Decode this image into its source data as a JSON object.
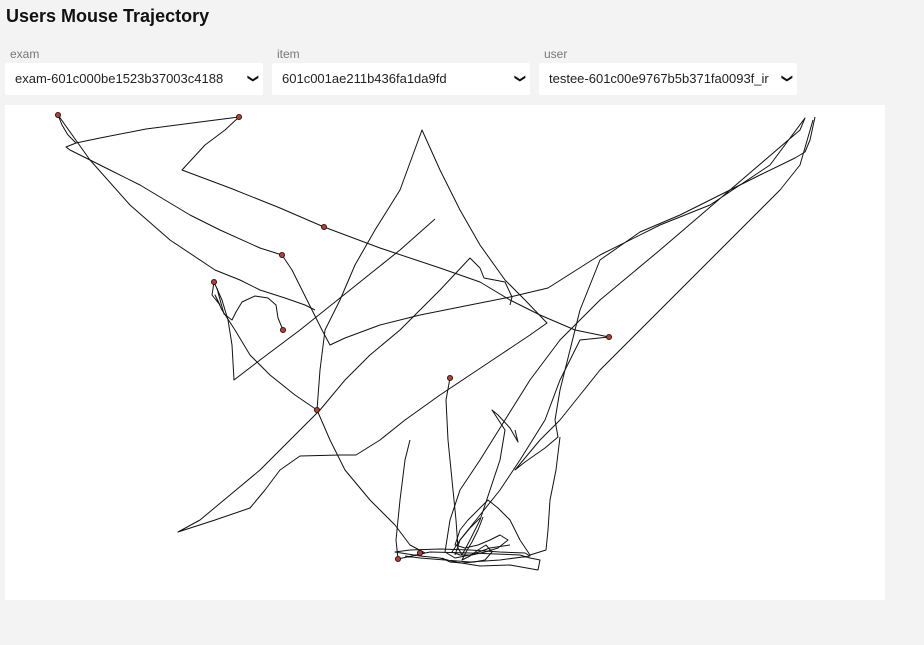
{
  "title": "Users Mouse Trajectory",
  "filters": [
    {
      "label": "exam",
      "value": "exam-601c000be1523b37003c4188"
    },
    {
      "label": "item",
      "value": "601c001ae211b436fa1da9fd"
    },
    {
      "label": "user",
      "value": "testee-601c00e9767b5b371fa0093f_ir"
    }
  ],
  "icons": {
    "dropdown": "chevron-down-icon"
  },
  "colors": {
    "trajectory": "#111111",
    "click_marker": "#c0392b",
    "panel": "#ffffff",
    "page": "#f3f3f3"
  },
  "trajectory": {
    "paths": [
      [
        [
          58,
          115
        ],
        [
          62,
          125
        ],
        [
          68,
          135
        ],
        [
          76,
          143
        ],
        [
          66,
          147
        ],
        [
          70,
          150
        ],
        [
          90,
          160
        ],
        [
          110,
          170
        ],
        [
          140,
          185
        ],
        [
          165,
          200
        ],
        [
          190,
          215
        ],
        [
          220,
          230
        ],
        [
          260,
          248
        ],
        [
          282,
          255
        ],
        [
          292,
          270
        ],
        [
          302,
          290
        ],
        [
          312,
          310
        ],
        [
          322,
          330
        ],
        [
          330,
          345
        ],
        [
          345,
          338
        ],
        [
          380,
          325
        ],
        [
          420,
          315
        ],
        [
          470,
          305
        ],
        [
          510,
          297
        ],
        [
          548,
          288
        ],
        [
          600,
          255
        ],
        [
          660,
          225
        ],
        [
          710,
          205
        ],
        [
          770,
          165
        ],
        [
          805,
          118
        ],
        [
          800,
          130
        ],
        [
          730,
          190
        ],
        [
          660,
          250
        ],
        [
          600,
          300
        ],
        [
          560,
          340
        ],
        [
          530,
          380
        ],
        [
          505,
          420
        ],
        [
          480,
          460
        ],
        [
          460,
          490
        ],
        [
          450,
          520
        ],
        [
          445,
          552
        ],
        [
          455,
          558
        ],
        [
          470,
          555
        ],
        [
          490,
          548
        ],
        [
          510,
          545
        ]
      ],
      [
        [
          239,
          117
        ],
        [
          225,
          130
        ],
        [
          205,
          145
        ],
        [
          182,
          170
        ],
        [
          230,
          188
        ],
        [
          280,
          208
        ],
        [
          324,
          227
        ],
        [
          380,
          248
        ],
        [
          440,
          268
        ],
        [
          480,
          282
        ],
        [
          510,
          300
        ],
        [
          540,
          315
        ],
        [
          575,
          330
        ],
        [
          609,
          337
        ],
        [
          580,
          340
        ],
        [
          560,
          380
        ],
        [
          545,
          420
        ],
        [
          520,
          460
        ],
        [
          500,
          490
        ],
        [
          480,
          515
        ],
        [
          460,
          540
        ],
        [
          455,
          555
        ]
      ],
      [
        [
          239,
          117
        ],
        [
          200,
          122
        ],
        [
          146,
          129
        ],
        [
          100,
          138
        ],
        [
          76,
          143
        ]
      ],
      [
        [
          58,
          115
        ],
        [
          90,
          160
        ],
        [
          130,
          205
        ],
        [
          170,
          240
        ],
        [
          215,
          270
        ],
        [
          240,
          280
        ],
        [
          260,
          290
        ],
        [
          285,
          298
        ],
        [
          305,
          305
        ],
        [
          315,
          310
        ]
      ],
      [
        [
          214,
          282
        ],
        [
          212,
          295
        ],
        [
          220,
          305
        ],
        [
          215,
          295
        ],
        [
          222,
          310
        ],
        [
          235,
          330
        ],
        [
          250,
          355
        ],
        [
          270,
          375
        ],
        [
          295,
          395
        ],
        [
          317,
          410
        ],
        [
          330,
          440
        ],
        [
          345,
          470
        ],
        [
          370,
          500
        ],
        [
          395,
          525
        ],
        [
          410,
          545
        ],
        [
          425,
          553
        ]
      ],
      [
        [
          283,
          330
        ],
        [
          278,
          318
        ],
        [
          276,
          305
        ],
        [
          268,
          298
        ],
        [
          255,
          296
        ],
        [
          242,
          302
        ],
        [
          236,
          312
        ],
        [
          232,
          320
        ],
        [
          224,
          314
        ],
        [
          219,
          296
        ],
        [
          217,
          288
        ]
      ],
      [
        [
          214,
          282
        ],
        [
          222,
          300
        ],
        [
          228,
          320
        ],
        [
          232,
          345
        ],
        [
          234,
          380
        ],
        [
          260,
          360
        ],
        [
          300,
          330
        ],
        [
          350,
          290
        ],
        [
          400,
          250
        ],
        [
          435,
          219
        ]
      ],
      [
        [
          317,
          410
        ],
        [
          320,
          370
        ],
        [
          325,
          330
        ],
        [
          340,
          300
        ],
        [
          355,
          265
        ],
        [
          375,
          230
        ],
        [
          400,
          190
        ],
        [
          422,
          130
        ],
        [
          440,
          170
        ],
        [
          460,
          210
        ],
        [
          480,
          245
        ],
        [
          505,
          280
        ],
        [
          525,
          300
        ],
        [
          547,
          323
        ],
        [
          530,
          335
        ],
        [
          500,
          355
        ],
        [
          470,
          375
        ],
        [
          440,
          395
        ],
        [
          405,
          420
        ],
        [
          380,
          440
        ],
        [
          356,
          455
        ],
        [
          340,
          455
        ],
        [
          300,
          456
        ],
        [
          280,
          470
        ],
        [
          265,
          490
        ],
        [
          250,
          508
        ],
        [
          215,
          520
        ],
        [
          178,
          532
        ],
        [
          200,
          520
        ],
        [
          230,
          495
        ],
        [
          260,
          470
        ],
        [
          290,
          440
        ],
        [
          320,
          410
        ],
        [
          345,
          380
        ],
        [
          370,
          355
        ],
        [
          400,
          330
        ],
        [
          420,
          310
        ],
        [
          440,
          290
        ],
        [
          470,
          258
        ],
        [
          480,
          268
        ],
        [
          484,
          278
        ],
        [
          505,
          282
        ],
        [
          512,
          297
        ],
        [
          510,
          305
        ]
      ],
      [
        [
          450,
          378
        ],
        [
          446,
          400
        ],
        [
          448,
          440
        ],
        [
          452,
          480
        ],
        [
          456,
          520
        ],
        [
          458,
          548
        ],
        [
          462,
          555
        ],
        [
          470,
          540
        ],
        [
          480,
          520
        ],
        [
          490,
          490
        ],
        [
          500,
          460
        ],
        [
          505,
          430
        ],
        [
          492,
          410
        ],
        [
          498,
          415
        ],
        [
          510,
          428
        ],
        [
          518,
          442
        ],
        [
          515,
          430
        ]
      ],
      [
        [
          815,
          117
        ],
        [
          810,
          140
        ],
        [
          805,
          152
        ],
        [
          795,
          158
        ],
        [
          760,
          175
        ],
        [
          720,
          195
        ],
        [
          680,
          215
        ],
        [
          640,
          232
        ],
        [
          600,
          260
        ],
        [
          580,
          310
        ],
        [
          570,
          350
        ],
        [
          560,
          390
        ],
        [
          555,
          420
        ],
        [
          558,
          437
        ],
        [
          545,
          448
        ],
        [
          525,
          462
        ],
        [
          515,
          470
        ],
        [
          540,
          440
        ],
        [
          560,
          420
        ],
        [
          580,
          395
        ],
        [
          600,
          370
        ],
        [
          630,
          340
        ],
        [
          660,
          310
        ],
        [
          690,
          280
        ],
        [
          720,
          250
        ],
        [
          750,
          220
        ],
        [
          780,
          190
        ],
        [
          800,
          165
        ],
        [
          813,
          120
        ]
      ],
      [
        [
          398,
          559
        ],
        [
          396,
          540
        ],
        [
          400,
          500
        ],
        [
          405,
          460
        ],
        [
          410,
          440
        ]
      ],
      [
        [
          398,
          559
        ],
        [
          430,
          552
        ],
        [
          470,
          553
        ],
        [
          520,
          555
        ],
        [
          530,
          558
        ],
        [
          540,
          560
        ],
        [
          538,
          570
        ],
        [
          510,
          565
        ],
        [
          480,
          566
        ],
        [
          455,
          562
        ],
        [
          440,
          558
        ],
        [
          420,
          556
        ],
        [
          395,
          552
        ],
        [
          410,
          550
        ],
        [
          440,
          549
        ],
        [
          470,
          550
        ],
        [
          500,
          552
        ],
        [
          525,
          553
        ],
        [
          530,
          556
        ],
        [
          500,
          560
        ],
        [
          470,
          562
        ],
        [
          445,
          560
        ],
        [
          420,
          558
        ],
        [
          405,
          556
        ]
      ],
      [
        [
          560,
          437
        ],
        [
          556,
          470
        ],
        [
          550,
          500
        ],
        [
          548,
          530
        ],
        [
          546,
          550
        ],
        [
          530,
          555
        ],
        [
          520,
          540
        ],
        [
          510,
          520
        ],
        [
          498,
          508
        ],
        [
          488,
          500
        ],
        [
          478,
          510
        ],
        [
          468,
          520
        ],
        [
          460,
          530
        ],
        [
          455,
          545
        ],
        [
          465,
          548
        ],
        [
          478,
          545
        ],
        [
          490,
          540
        ],
        [
          500,
          535
        ],
        [
          508,
          540
        ],
        [
          498,
          548
        ],
        [
          485,
          552
        ],
        [
          472,
          555
        ],
        [
          460,
          555
        ],
        [
          452,
          552
        ],
        [
          460,
          540
        ],
        [
          470,
          528
        ],
        [
          480,
          518
        ]
      ],
      [
        [
          483,
          517
        ],
        [
          478,
          530
        ],
        [
          472,
          542
        ],
        [
          466,
          552
        ],
        [
          462,
          560
        ],
        [
          470,
          556
        ],
        [
          478,
          550
        ],
        [
          486,
          545
        ],
        [
          492,
          552
        ],
        [
          485,
          560
        ],
        [
          474,
          562
        ],
        [
          462,
          563
        ],
        [
          450,
          562
        ],
        [
          442,
          558
        ]
      ]
    ],
    "clicks": [
      [
        58,
        115
      ],
      [
        239,
        117
      ],
      [
        324,
        227
      ],
      [
        282,
        255
      ],
      [
        214,
        282
      ],
      [
        283,
        330
      ],
      [
        317,
        410
      ],
      [
        609,
        337
      ],
      [
        450,
        378
      ],
      [
        398,
        559
      ],
      [
        420,
        553
      ]
    ]
  }
}
